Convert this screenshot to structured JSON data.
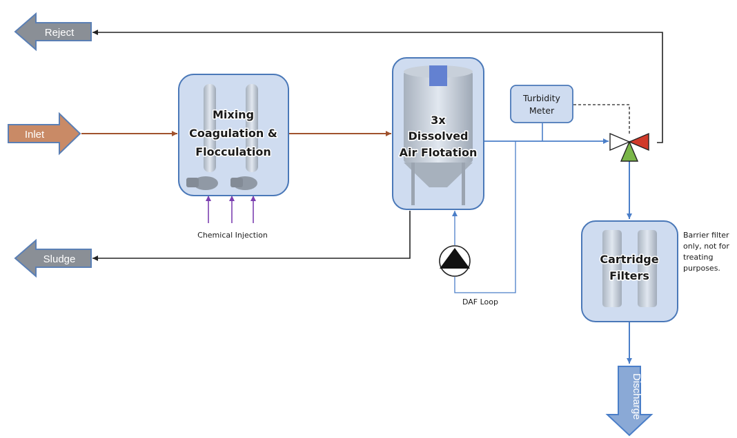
{
  "labels": {
    "reject": "Reject",
    "inlet": "Inlet",
    "sludge": "Sludge",
    "discharge": "Discharge",
    "mixing_line1": "Mixing",
    "mixing_line2": "Coagulation &",
    "mixing_line3": "Flocculation",
    "daf_line1": "3x",
    "daf_line2": "Dissolved",
    "daf_line3": "Air Flotation",
    "turbidity_line1": "Turbidity",
    "turbidity_line2": "Meter",
    "chemical_injection": "Chemical Injection",
    "daf_loop": "DAF Loop",
    "cartridge_line1": "Cartridge",
    "cartridge_line2": "Filters",
    "note_line1": "Barrier filter",
    "note_line2": "only, not for",
    "note_line3": "treating",
    "note_line4": "purposes."
  },
  "colors": {
    "grey_arrow": "#8a8f96",
    "inlet_arrow": "#c98a66",
    "discharge_arrow": "#8aa9d6",
    "box_fill": "#cfdcf0",
    "box_stroke": "#4a78b8",
    "brown_line": "#a0522d",
    "blue_line": "#4a7ec8",
    "black_line": "#222222",
    "purple_line": "#7b3fb0",
    "valve_red": "#d03a2a",
    "valve_green": "#7ab648"
  }
}
